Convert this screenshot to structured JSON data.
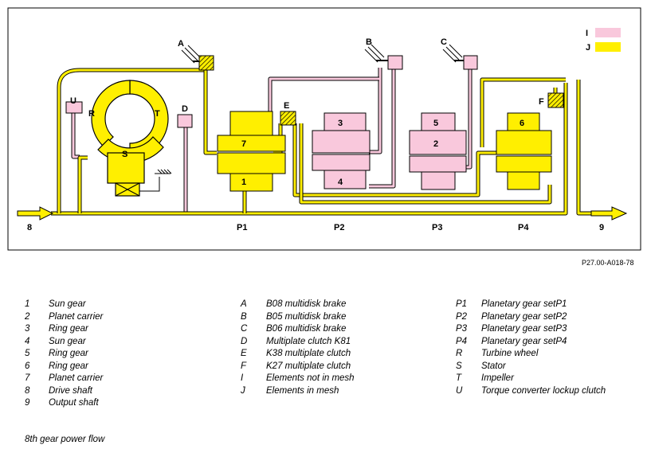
{
  "diagram": {
    "colors": {
      "in_mesh": "#FFEF00",
      "not_in_mesh": "#F9C8DC",
      "outline": "#000000"
    },
    "key": [
      {
        "letter": "I",
        "color": "#F9C8DC"
      },
      {
        "letter": "J",
        "color": "#FFEF00"
      }
    ],
    "labels": {
      "shaft_in": "8",
      "shaft_out": "9",
      "sets": [
        "P1",
        "P2",
        "P3",
        "P4"
      ],
      "brakes": {
        "A": "A",
        "B": "B",
        "C": "C",
        "D": "D",
        "E": "E",
        "F": "F"
      },
      "converter": {
        "U": "U",
        "R": "R",
        "T": "T",
        "S": "S"
      },
      "elements": [
        "1",
        "2",
        "3",
        "4",
        "5",
        "6",
        "7"
      ]
    },
    "reference": "P27.00-A018-78"
  },
  "legend": {
    "col1": [
      {
        "key": "1",
        "text": "Sun gear"
      },
      {
        "key": "2",
        "text": "Planet carrier"
      },
      {
        "key": "3",
        "text": "Ring gear"
      },
      {
        "key": "4",
        "text": "Sun gear"
      },
      {
        "key": "5",
        "text": "Ring gear"
      },
      {
        "key": "6",
        "text": "Ring gear"
      },
      {
        "key": "7",
        "text": "Planet carrier"
      },
      {
        "key": "8",
        "text": "Drive shaft"
      },
      {
        "key": "9",
        "text": "Output shaft"
      }
    ],
    "col2": [
      {
        "key": "A",
        "text": "B08 multidisk brake"
      },
      {
        "key": "B",
        "text": "B05 multidisk brake"
      },
      {
        "key": "C",
        "text": "B06 multidisk brake"
      },
      {
        "key": "D",
        "text": "Multiplate clutch K81"
      },
      {
        "key": "E",
        "text": "K38 multiplate clutch"
      },
      {
        "key": "F",
        "text": "K27 multiplate clutch"
      },
      {
        "key": "I",
        "text": "Elements not in mesh"
      },
      {
        "key": "J",
        "text": "Elements in mesh"
      }
    ],
    "col3": [
      {
        "key": "P1",
        "text": "Planetary gear setP1"
      },
      {
        "key": "P2",
        "text": "Planetary gear setP2"
      },
      {
        "key": "P3",
        "text": "Planetary gear setP3"
      },
      {
        "key": "P4",
        "text": "Planetary gear setP4"
      },
      {
        "key": "R",
        "text": "Turbine wheel"
      },
      {
        "key": "S",
        "text": "Stator"
      },
      {
        "key": "T",
        "text": "Impeller"
      },
      {
        "key": "U",
        "text": "Torque converter lockup clutch"
      }
    ]
  },
  "caption": "8th  gear power flow"
}
